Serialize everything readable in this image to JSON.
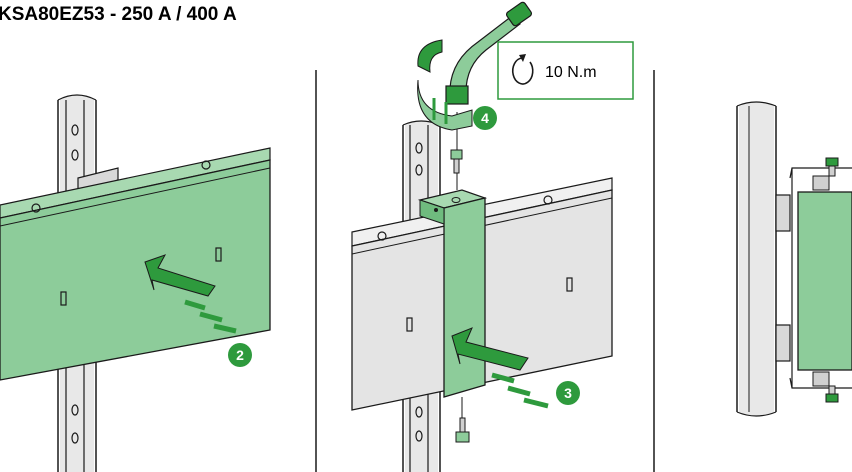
{
  "title": "KSA80EZ53 - 250 A / 400 A",
  "torque": {
    "value": "10 N.m"
  },
  "steps": [
    "2",
    "3",
    "4"
  ],
  "colors": {
    "green_fill": "#8dcc9a",
    "green_dark": "#2e9a3d",
    "grey_fill": "#e4e4e4",
    "line": "#1a1a1a",
    "badge": "#2e9a3d"
  }
}
